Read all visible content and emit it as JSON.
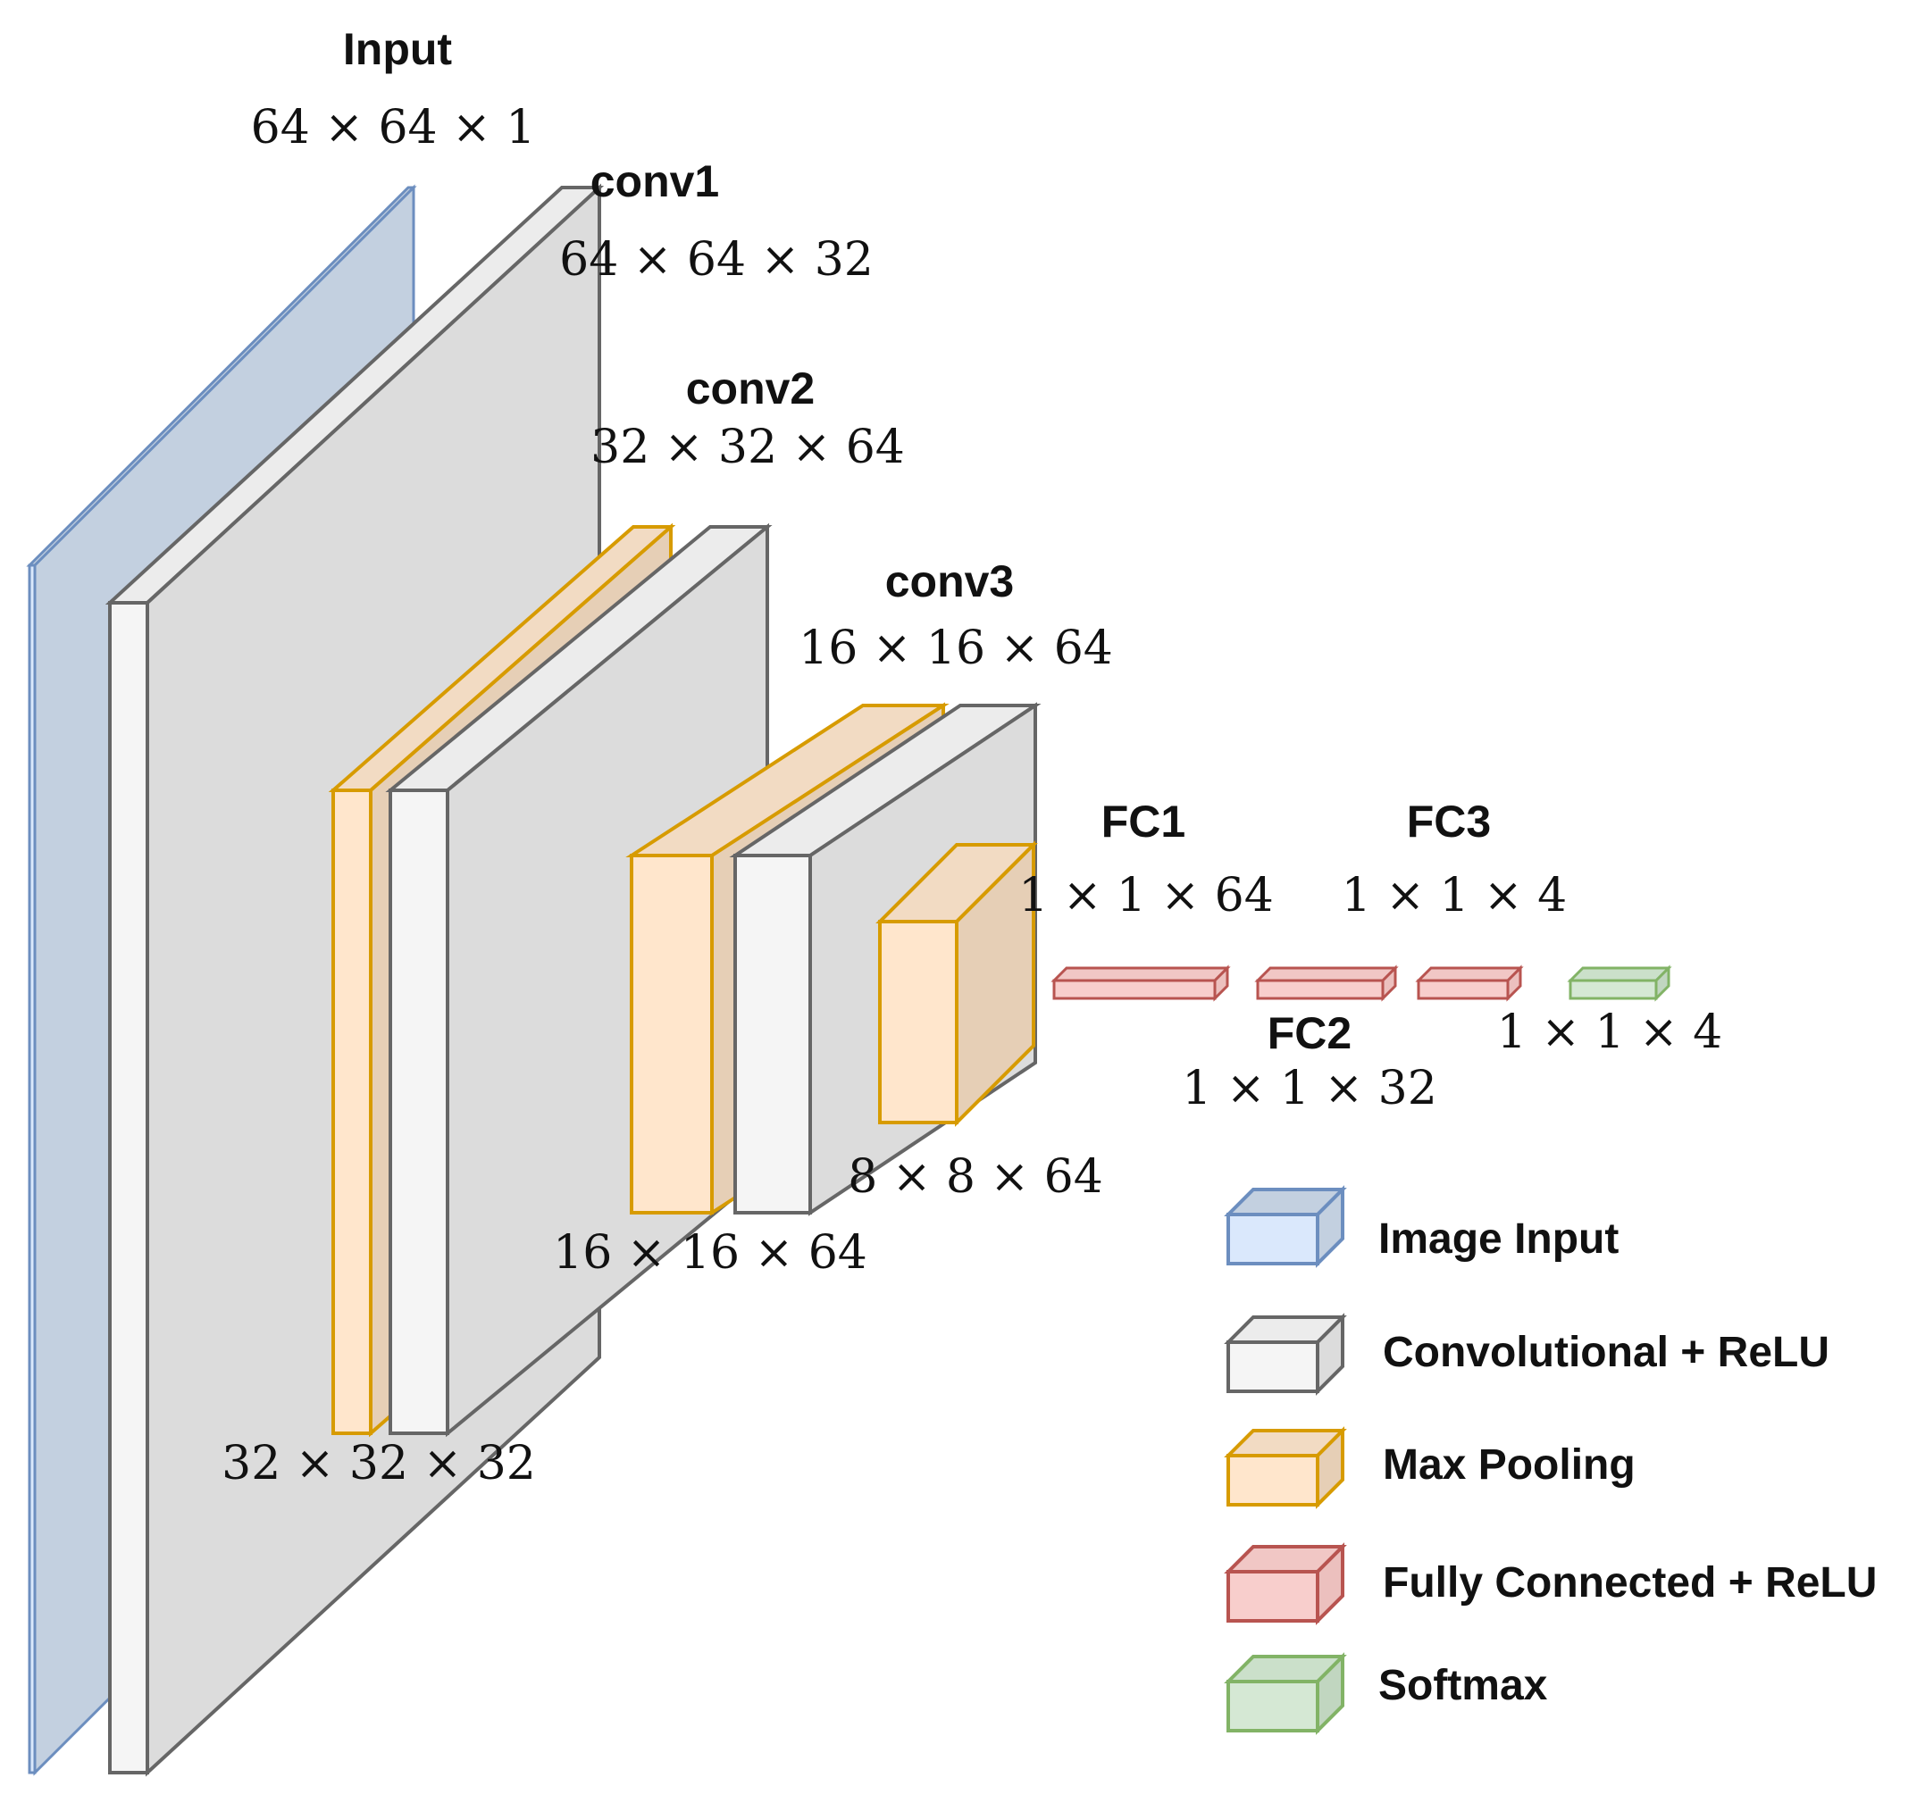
{
  "colors": {
    "input": {
      "front": "#dae8fc",
      "side": "#c3d0e0",
      "top": "#c3d0e0",
      "stroke": "#6c8ebf"
    },
    "conv": {
      "front": "#f5f5f5",
      "side": "#dcdcdc",
      "top": "#ececec",
      "stroke": "#666666"
    },
    "pool": {
      "front": "#ffe6cc",
      "side": "#e6cfb6",
      "top": "#f2dbc3",
      "stroke": "#d79b00"
    },
    "fc": {
      "front": "#f8cecc",
      "side": "#ecc0be",
      "top": "#f1c7c5",
      "stroke": "#b85450"
    },
    "softmax": {
      "front": "#d5e8d4",
      "side": "#c1d6c0",
      "top": "#cbe0ca",
      "stroke": "#82b366"
    }
  },
  "layers": {
    "input": {
      "name": "Input",
      "dims": "64 × 64 × 1"
    },
    "conv1": {
      "name": "conv1",
      "dims": "64 × 64 × 32"
    },
    "pool1": {
      "dims": "32 × 32 × 32"
    },
    "conv2": {
      "name": "conv2",
      "dims": "32 × 32 × 64"
    },
    "pool2": {
      "dims": "16 × 16 × 64"
    },
    "conv3": {
      "name": "conv3",
      "dims": "16 × 16 × 64"
    },
    "pool3": {
      "dims": "8 × 8 × 64"
    },
    "fc1": {
      "name": "FC1",
      "dims": "1 × 1 × 64"
    },
    "fc2": {
      "name": "FC2",
      "dims": "1 × 1 × 32"
    },
    "fc3": {
      "name": "FC3",
      "dims": "1 × 1 × 4"
    },
    "softmax": {
      "dims": "1 × 1 × 4"
    }
  },
  "legend": [
    {
      "label": "Image Input",
      "kind": "input"
    },
    {
      "label": "Convolutional + ReLU",
      "kind": "conv"
    },
    {
      "label": "Max Pooling",
      "kind": "pool"
    },
    {
      "label": "Fully Connected + ReLU",
      "kind": "fc"
    },
    {
      "label": "Softmax",
      "kind": "softmax"
    }
  ]
}
